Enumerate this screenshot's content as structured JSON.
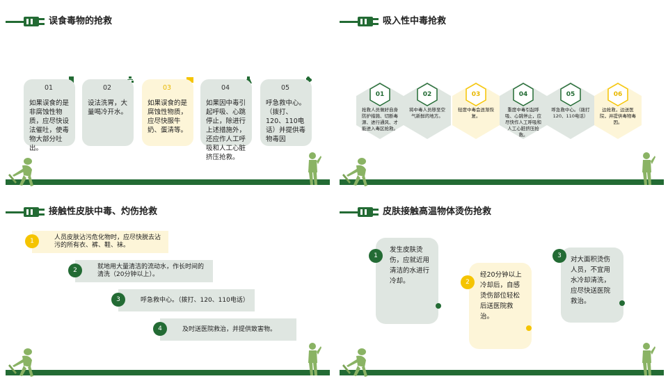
{
  "panel1": {
    "title": "误食毒物的抢救",
    "cards": [
      {
        "num": "01",
        "text": "如果误食的是非腐蚀性物质，应尽快设法催吐，使毒物大部分吐出。"
      },
      {
        "num": "02",
        "text": "设法洗胃，大量喝冷开水。"
      },
      {
        "num": "03",
        "text": "如果误食的是腐蚀性物质，应尽快服牛奶、蛋清等。"
      },
      {
        "num": "04",
        "text": "如果因中毒引起呼吸、心跳停止，除进行上述措施外，还应作人工呼吸和人工心脏挤压抢救。"
      },
      {
        "num": "05",
        "text": "呼急救中心。（拨打、120、110电话）并提供毒物毒因"
      }
    ]
  },
  "panel2": {
    "title": "吸入性中毒抢救",
    "items": [
      {
        "num": "01",
        "text": "抢救人员做好自身防护措施、切断毒源、进行通风、才能进入毒区抢救。"
      },
      {
        "num": "02",
        "text": "将中毒人员移至空气新鲜的地方。"
      },
      {
        "num": "03",
        "text": "轻度中毒会逐渐恢复。"
      },
      {
        "num": "04",
        "text": "重度中毒引起呼吸、心跳停止，应尽快作人工呼吸和人工心脏挤压抢救。"
      },
      {
        "num": "05",
        "text": "呼急救中心。（拨打120、110电话）"
      },
      {
        "num": "06",
        "text": "边抢救，边送医院，并提供毒物毒因。"
      }
    ]
  },
  "panel3": {
    "title": "接触性皮肤中毒、灼伤抢救",
    "steps": [
      {
        "num": "1",
        "text": "人员皮肤沾污危化物时，应尽快脱去沾污的所有衣、裤、鞋、袜。"
      },
      {
        "num": "2",
        "text": "就地用大量清洁的流动水，作长时间的清洗（20分钟以上）。"
      },
      {
        "num": "3",
        "text": "呼急救中心。（拨打、120、110电话）"
      },
      {
        "num": "4",
        "text": "及时送医院救治，并提供致害物。"
      }
    ]
  },
  "panel4": {
    "title": "皮肤接触高温物体烫伤抢救",
    "items": [
      {
        "num": "1",
        "text": "发生皮肤烫伤，应就近用清洁的水进行冷却。"
      },
      {
        "num": "2",
        "text": "经20分钟以上冷却后，自感烫伤部位轻松后送医院救治。"
      },
      {
        "num": "3",
        "text": "对大面积烫伤人员，不宜用水冷却清洗，应尽快送医院救治。"
      }
    ]
  },
  "colors": {
    "green": "#236b34",
    "light_green": "#dfe6e1",
    "yellow": "#f5c400",
    "light_yellow": "#fdf5d8",
    "figure_green": "#8ab364"
  }
}
